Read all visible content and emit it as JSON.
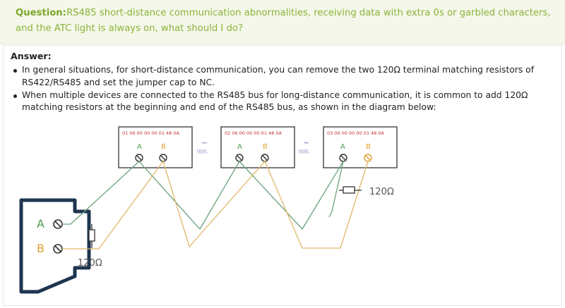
{
  "question": {
    "label": "Question:",
    "text": "RS485 short-distance communication abnormalities, receiving data with extra 0s or garbled characters, and the ATC light is always on, what should I do?"
  },
  "answer": {
    "heading": "Answer:",
    "items": [
      "In general situations, for short-distance communication, you can remove the two 120Ω terminal matching resistors of RS422/RS485 and set the jumper cap to NC.",
      "When multiple devices are connected to the RS485 bus for long-distance communication, it is common to add 120Ω matching resistors at the beginning and end of the RS485 bus, as shown in the diagram below:"
    ]
  },
  "diagram": {
    "devices": [
      {
        "code": "01 06 00 00 00 01 48 0A",
        "a": "A",
        "b": "B"
      },
      {
        "code": "02 06 00 00 00 01 48 0A",
        "a": "A",
        "b": "B"
      },
      {
        "code": "03 06 00 00 00 01 48 0A",
        "a": "A",
        "b": "B"
      }
    ],
    "master": {
      "a": "A",
      "b": "B"
    },
    "resistor_label_right": "120Ω",
    "resistor_label_left": "120Ω",
    "colors": {
      "line_a": "#6aa27a",
      "line_b": "#e0b86a",
      "device_code": "#c03030",
      "label_a": "#4f9a4f",
      "label_b": "#e0a030",
      "outline": "#1f3550"
    }
  }
}
